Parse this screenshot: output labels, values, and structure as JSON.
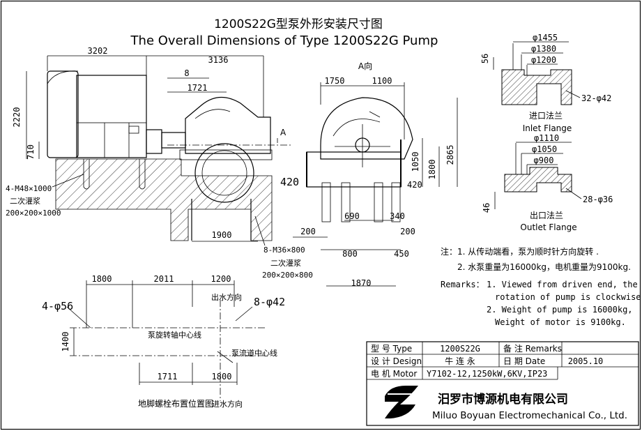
{
  "title": {
    "cn": "1200S22G型泵外形安装尺寸图",
    "en": "The Overall Dimensions of Type 1200S22G Pump"
  },
  "side_view": {
    "dims": [
      "3202",
      "3136",
      "8",
      "1721",
      "2220",
      "710",
      "1900"
    ],
    "arrow_label": "A",
    "bolt_left": "4-M48×1000",
    "grout_left_cn": "二次灌浆",
    "grout_left_size": "200×200×1000",
    "bolt_right": "8-M36×800",
    "grout_right_cn": "二次灌浆",
    "grout_right_size": "200×200×800"
  },
  "front_view": {
    "label": "A向",
    "dims": [
      "1750",
      "1100",
      "1050",
      "1800",
      "2865",
      "420",
      "420",
      "690",
      "340",
      "200",
      "200",
      "800",
      "450",
      "1870"
    ]
  },
  "inlet_flange": {
    "dims": [
      "φ1455",
      "φ1380",
      "φ1200",
      "56",
      "32-φ42"
    ],
    "label_cn": "进口法兰",
    "label_en": "Inlet Flange"
  },
  "outlet_flange": {
    "dims": [
      "φ1110",
      "φ1050",
      "φ900",
      "46",
      "28-φ36"
    ],
    "label_cn": "出口法兰",
    "label_en": "Outlet Flange"
  },
  "notes": {
    "cn_prefix": "注：",
    "cn_1": "1. 从传动端看，泵为顺时针方向旋转 .",
    "cn_2": "2. 水泵重量为16000kg，电机重量为9100kg.",
    "en_prefix": "Remarks：",
    "en_1a": "1. Viewed from driven end, the",
    "en_1b": "rotation of pump is  clockwise.",
    "en_2a": "2. Weight of pump is 16000kg,",
    "en_2b": "Weight of motor is 9100kg."
  },
  "bolt_plan": {
    "dims": [
      "1800",
      "2011",
      "1200",
      "1400",
      "1711",
      "1800"
    ],
    "holes_left": "4-φ56",
    "holes_right": "8-φ42",
    "outlet_dir": "出水方向",
    "inlet_dir": "进水方向",
    "shaft_cl": "泵旋转轴中心线",
    "flow_cl": "泵流道中心线",
    "caption": "地脚螺栓布置位置图"
  },
  "title_block": {
    "type_label": "型 号 Type",
    "type_value": "1200S22G",
    "remarks_label": "备 注 Remarks",
    "design_label": "设 计 Design",
    "design_value": "牛 连 永",
    "date_label": "日 期 Date",
    "date_value": "2005.10",
    "motor_label": "电 机 Motor",
    "motor_value": "Y7102-12,1250kW,6KV,IP23"
  },
  "company": {
    "name_cn": "汨罗市博源机电有限公司",
    "name_en": "Miluo Boyuan Electromechanical Co., Ltd."
  }
}
